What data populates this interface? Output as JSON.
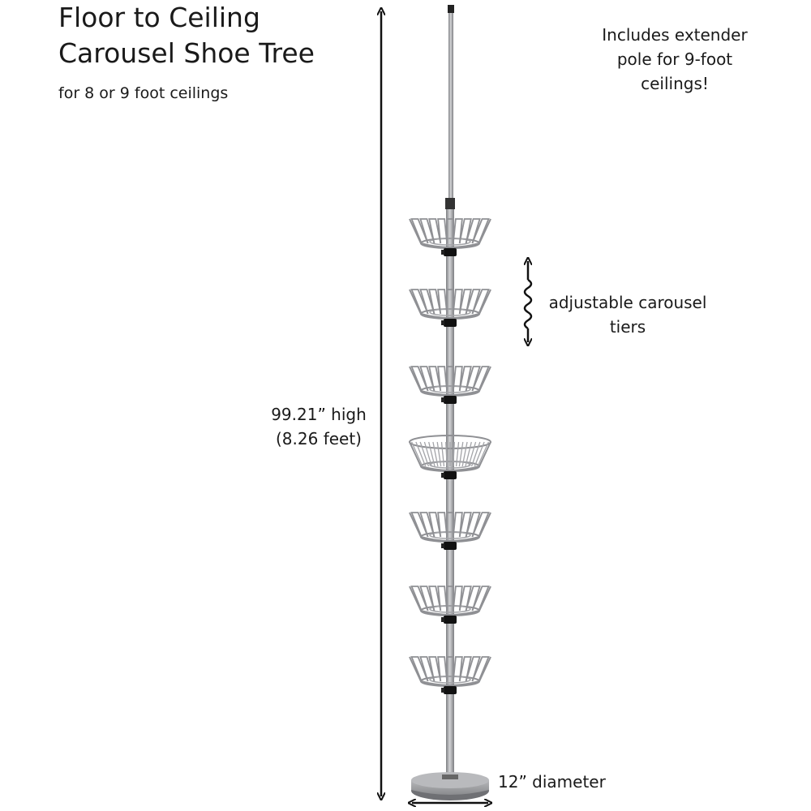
{
  "title": "Floor to Ceiling\nCarousel Shoe Tree",
  "subtitle": "for 8 or 9 foot ceilings",
  "extender_note": "Includes extender\npole for 9-foot\nceilings!",
  "adjust_note": "adjustable carousel\ntiers",
  "height_note": "99.21” high\n(8.26 feet)",
  "diameter_note": "12” diameter",
  "colors": {
    "pole": "#a8a9ac",
    "pole_dark": "#6e6f73",
    "wire": "#9c9da1",
    "knob": "#111111",
    "arrow": "#111111"
  }
}
